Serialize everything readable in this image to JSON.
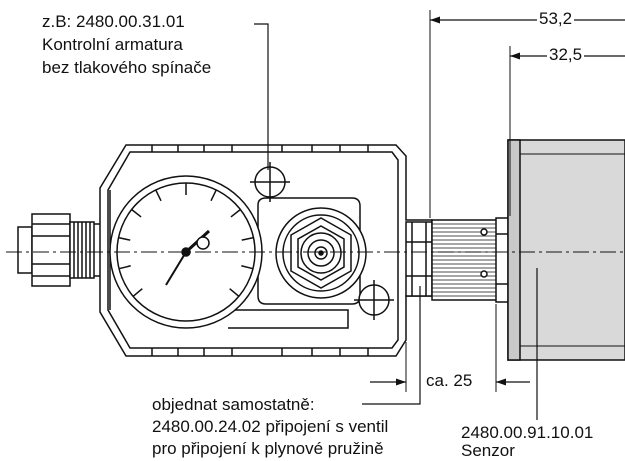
{
  "labels": {
    "top_callout": {
      "line1": "z.B: 2480.00.31.01",
      "line2": "Kontrolní armatura",
      "line3": "bez tlakového spínače"
    },
    "bottom_callout": {
      "line1": "objednat samostatně:",
      "line2": "2480.00.24.02 připojení s ventil",
      "line3": "pro připojení k plynové pružině"
    },
    "sensor_callout": {
      "line1": "2480.00.91.10.01",
      "line2": "Senzor"
    }
  },
  "dimensions": {
    "overall": "53,2",
    "sensor": "32,5",
    "approx": "ca. 25"
  },
  "colors": {
    "line": "#111111",
    "sensor_body": "#d9d9d9",
    "sensor_face": "#c9c9c9",
    "background": "#ffffff"
  }
}
